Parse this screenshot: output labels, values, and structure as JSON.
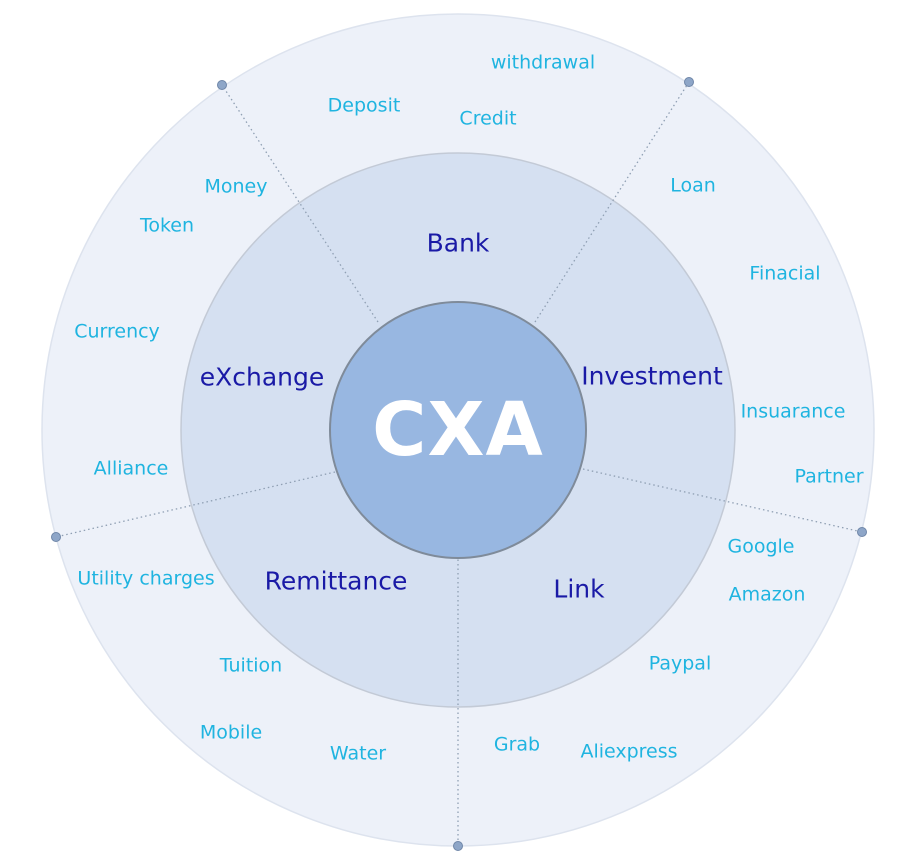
{
  "center": {
    "label": "CXA"
  },
  "sectors": [
    {
      "label": "Bank"
    },
    {
      "label": "Investment"
    },
    {
      "label": "Link"
    },
    {
      "label": "Remittance"
    },
    {
      "label": "eXchange"
    }
  ],
  "outer_terms": {
    "bank": [
      "withdrawal",
      "Deposit",
      "Credit"
    ],
    "investment": [
      "Loan",
      "Finacial",
      "Insuarance",
      "Partner"
    ],
    "link": [
      "Google",
      "Amazon",
      "Paypal",
      "Aliexpress",
      "Grab"
    ],
    "remittance": [
      "Utility charges",
      "Tuition",
      "Mobile",
      "Water"
    ],
    "exchange": [
      "Money",
      "Token",
      "Currency",
      "Alliance"
    ]
  },
  "colors": {
    "outer_ring": "#edf1f9",
    "middle_ring": "#d5e0f1",
    "center_circle": "#98b7e1",
    "sector_text": "#1a1aa6",
    "term_text": "#1fb4e0",
    "divider": "#8f9fb3",
    "endpoint_dot": "#8ea6c8"
  }
}
